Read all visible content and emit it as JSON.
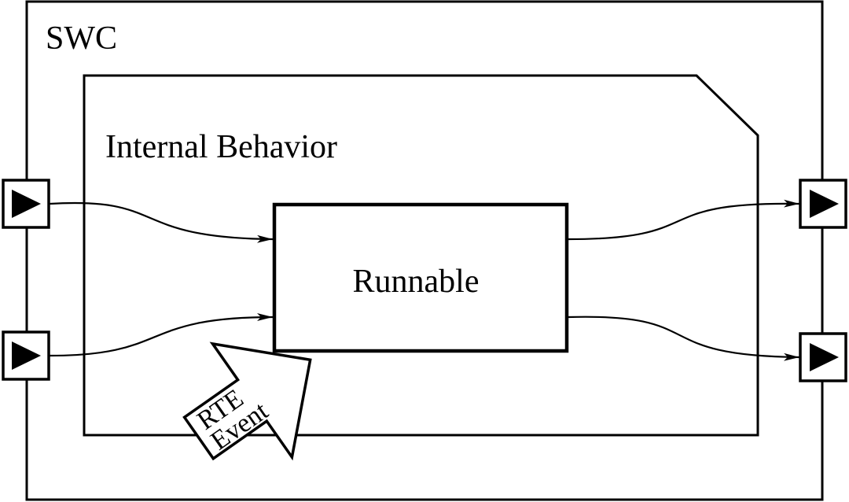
{
  "diagram": {
    "swc_label": "SWC",
    "internal_behavior_label": "Internal Behavior",
    "runnable_label": "Runnable",
    "rte_event_line1": "RTE",
    "rte_event_line2": "Event",
    "ports": {
      "inputs": [
        "input-port-1",
        "input-port-2"
      ],
      "outputs": [
        "output-port-1",
        "output-port-2"
      ]
    },
    "icons": {
      "port": "play-triangle-icon",
      "rte_event": "arrow-up-right-icon"
    }
  }
}
